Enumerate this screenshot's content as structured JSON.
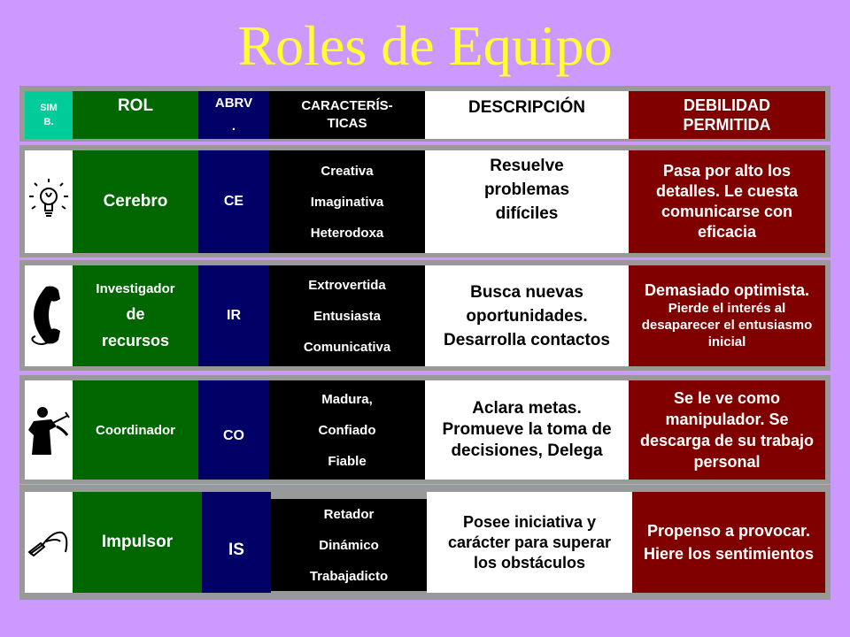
{
  "title": "Roles de Equipo",
  "header": {
    "sim": "SIM B.",
    "rol": "ROL",
    "abrv": "ABRV .",
    "caracteristicas": "CARACTERÍS- TICAS",
    "descripcion": "DESCRIPCIÓN",
    "debilidad": "DEBILIDAD PERMITIDA"
  },
  "rows": [
    {
      "icon": "lightbulb-icon",
      "rol": "Cerebro",
      "abrv": "CE",
      "traits": [
        "Creativa",
        "Imaginativa",
        "Heterodoxa"
      ],
      "descripcion": "Resuelve problemas difíciles",
      "debilidad_main": "Pasa por alto los detalles. Le cuesta comunicarse con eficacia",
      "debilidad_sub": ""
    },
    {
      "icon": "telephone-icon",
      "rol_line1": "Investigador",
      "rol_line2": "de",
      "rol_line3": "recursos",
      "abrv": "IR",
      "traits": [
        "Extrovertida",
        "Entusiasta",
        "Comunicativa"
      ],
      "descripcion": "Busca nuevas oportunidades. Desarrolla contactos",
      "debilidad_main": "Demasiado optimista.",
      "debilidad_sub": "Pierde el interés al desaparecer el entusiasmo inicial"
    },
    {
      "icon": "conductor-icon",
      "rol": "Coordinador",
      "abrv": "CO",
      "traits": [
        "Madura,",
        "Confiado",
        "Fiable"
      ],
      "descripcion": "Aclara metas. Promueve la toma de decisiones, Delega",
      "debilidad_main": "Se le ve como manipulador. Se descarga de su trabajo personal",
      "debilidad_sub": ""
    },
    {
      "icon": "whip-icon",
      "rol": "Impulsor",
      "abrv": "IS",
      "traits": [
        "Retador",
        "Dinámico",
        "Trabajadicto"
      ],
      "descripcion": "Posee iniciativa y carácter para superar los obstáculos",
      "debilidad_main": "Propenso a provocar. Hiere los sentimientos",
      "debilidad_sub": ""
    }
  ]
}
